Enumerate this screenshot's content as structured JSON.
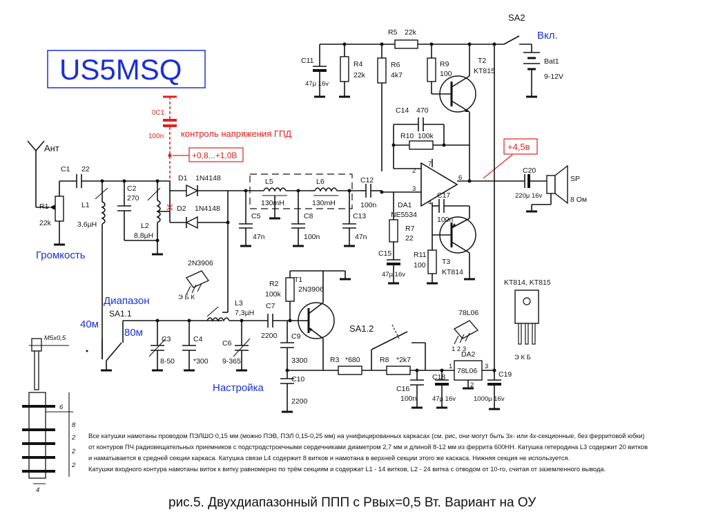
{
  "logo": "US5MSQ",
  "caption": "рис.5. Двухдиапазонный ППП с Pвых=0,5 Вт. Вариант на ОУ",
  "notes": [
    "Все катушки намотаны проводом ПЭЛШО 0,15 мм (можно ПЭВ, ПЭЛ 0,15-0,25 мм) на унифицированных каркасах (см. рис, они могут быть 3х- или 4х-секционные, без ферритовой юбки)",
    "от контуров ПЧ радиовещательных приемников с подстродстроечными сердечниками диаметром 2,7 мм и длиной 8-12 мм из феррита 600НН. Катушка гетеродина L3 содержит 20 витков",
    "и наматывается в средней секции каркаса. Катушка связи L4 содержит 8 витков и намотана в верхней секции этого же каскаса. Нижняя секция не используется.",
    "Катушки входного контура намотаны виток к витку равномерно по трём секциям и содержат L1 - 14 витков, L2 - 24 витка с отводом от 10-го, считая от заземленного вывода."
  ],
  "blue_labels": {
    "volume": "Громкость",
    "range": "Диапазон",
    "band40": "40м",
    "band80": "80м",
    "tuning": "Настройка",
    "on": "Вкл."
  },
  "red_labels": {
    "c1_ref": "0C1",
    "c1_val": "100n",
    "control": "контроль напряжения ГПД",
    "voltage": "+0,8...+1,0В",
    "out_voltage": "+4,5в"
  },
  "components": {
    "ant": "Ант",
    "c1": "C1",
    "c1_val": "22",
    "r1": "R1",
    "r1_val": "22k",
    "l1": "L1",
    "l1_val": "3,6µH",
    "c2": "C2",
    "c2_val": "270",
    "l2": "L2",
    "l2_val": "8,8µH",
    "d1": "D1",
    "d1_val": "1N4148",
    "d2": "D2",
    "d2_val": "1N4148",
    "l5": "L5",
    "l5_val": "130mH",
    "l6": "L6",
    "l6_val": "130mH",
    "c5": "C5",
    "c5_val": "47n",
    "c8": "C8",
    "c8_val": "100n",
    "c13": "C13",
    "c13_val": "47n",
    "c12": "C12",
    "c12_val": "100n",
    "c11": "C11",
    "c11_val": "47µ 16v",
    "r4": "R4",
    "r4_val": "22k",
    "r6": "R6",
    "r6_val": "4k7",
    "r5": "R5",
    "r5_val": "22k",
    "r9": "R9",
    "r9_val": "100",
    "t2": "T2",
    "t2_val": "KT815",
    "sa2": "SA2",
    "bat1": "Bat1",
    "bat1_val": "9-12V",
    "c14": "C14",
    "c14_val": "470",
    "r10": "R10",
    "r10_val": "100k",
    "da1": "DA1",
    "da1_val": "NE5534",
    "pin2": "2",
    "pin3": "3",
    "pin4": "4",
    "pin6": "6",
    "pin7": "7",
    "c17": "C17",
    "c17_val": "100n",
    "r7": "R7",
    "r7_val": "22",
    "c15": "C15",
    "c15_val": "47µ 16v",
    "r11": "R11",
    "r11_val": "100",
    "t3": "T3",
    "t3_val": "KT814",
    "c20": "C20",
    "c20_val": "220µ 16v",
    "sp": "SP",
    "sp_val": "8 Ом",
    "trans_2n3906": "2N3906",
    "pins_ebk": "Э Б К",
    "l3": "L3",
    "l3_val": "7,3µH",
    "c7": "C7",
    "c7_val": "2200",
    "r2": "R2",
    "r2_val": "100k",
    "t1": "T1",
    "t1_val": "2N3906",
    "sa11": "SA1.1",
    "sa12": "SA1.2",
    "c3": "C3",
    "c3_val": "8-50",
    "c4": "C4",
    "c4_val": "*300",
    "c6": "C6",
    "c6_val": "9-365",
    "c9": "C9",
    "c9_val": "3300",
    "c10": "C10",
    "c10_val": "2200",
    "r3": "R3",
    "r3_val": "*680",
    "r8": "R8",
    "r8_val": "*2k7",
    "c16": "C16",
    "c16_val": "100n",
    "c18": "C18",
    "c18_val": "47µ 16v",
    "c19": "C19",
    "c19_val": "1000µ 16v",
    "da2": "DA2",
    "da2_val": "78L06",
    "reg_label": "78L06",
    "reg_pins": "1 2 3",
    "kt_label": "KT814, KT815",
    "kt_pins": "Э  К  Б",
    "pin_1": "1",
    "pin_2": "2",
    "pin_3": "3"
  },
  "coil_dims": {
    "thread": "M5x0,5",
    "d6": "6",
    "d8": "8",
    "s1": "2",
    "s2": "2",
    "s3": "2",
    "d4": "4"
  }
}
